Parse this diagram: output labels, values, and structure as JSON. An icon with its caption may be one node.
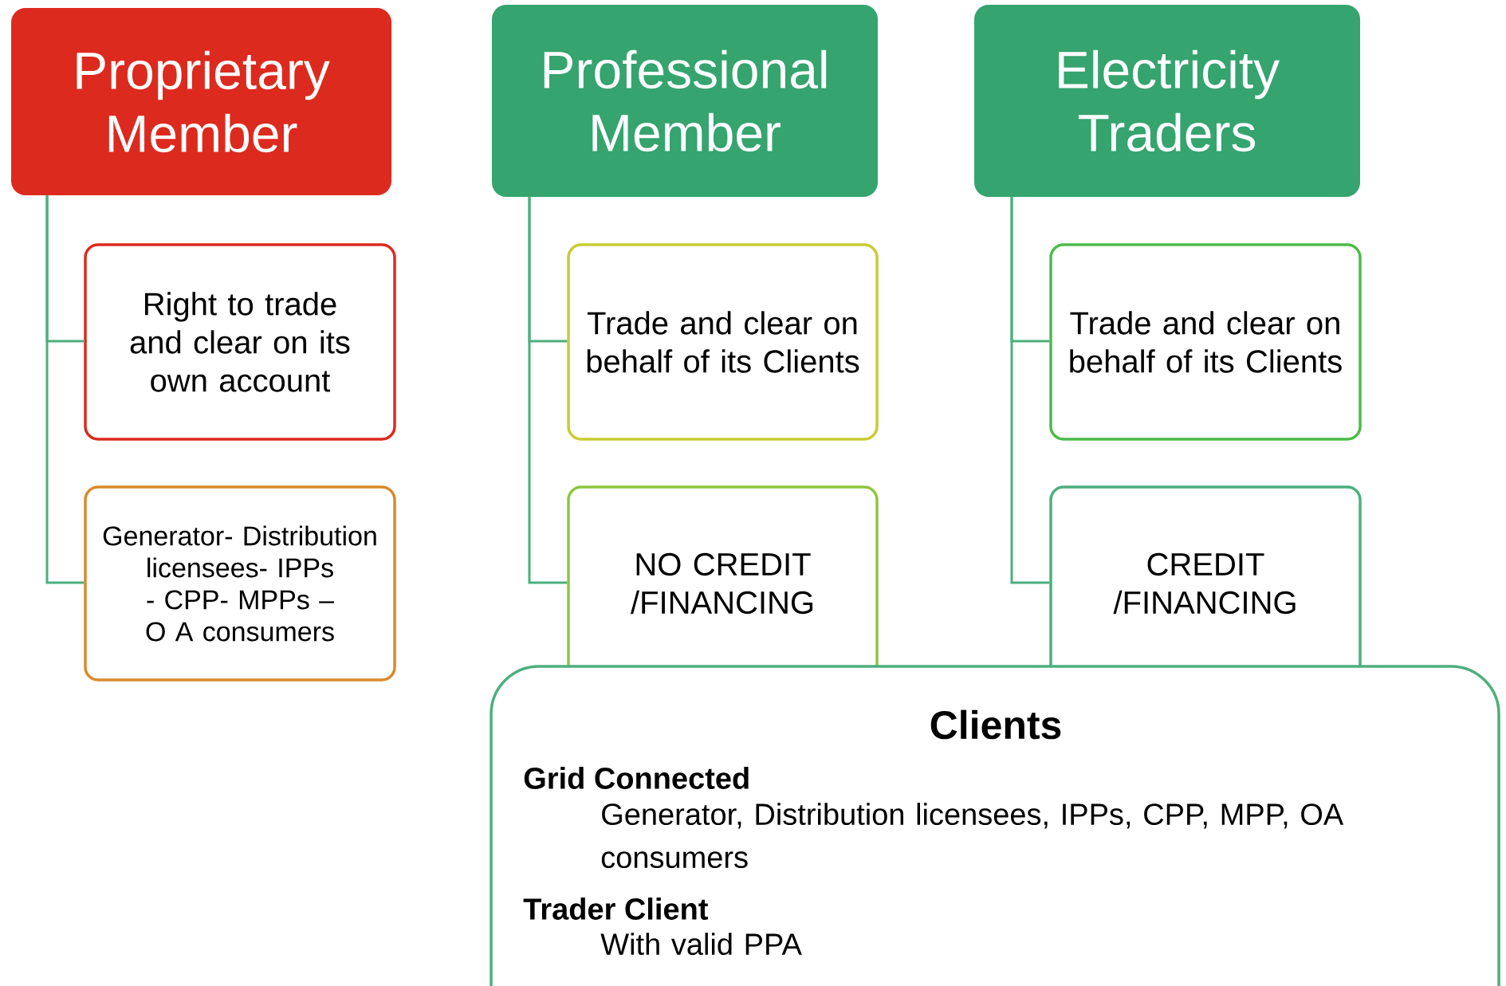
{
  "diagram": {
    "nodes": [
      {
        "text": [
          "Proprietary Member"
        ]
      },
      {
        "text": [
          "Right to trade and clear on its own account"
        ]
      },
      {
        "text": [
          "Generator- Distribution licensees- IPPs - CPP- MPPs –O A consumers"
        ]
      },
      {
        "text": [
          "Professional Member"
        ]
      },
      {
        "text": [
          "Trade and clear on behalf of its Clients"
        ]
      },
      {
        "text": [
          "NO CREDIT /FINANCING"
        ]
      },
      {
        "text": [
          "Electricity Traders"
        ]
      },
      {
        "text": [
          "Trade and clear on behalf of its Clients"
        ]
      },
      {
        "text": [
          "CREDIT /FINANCING"
        ]
      },
      {
        "text": [
          "Clients",
          "Grid Connected",
          "Generator, Distribution licensees, IPPs, CPP, MPP, OA consumers",
          "Trader Client",
          "With valid PPA"
        ]
      }
    ],
    "edges": [
      {
        "from": 0,
        "to": 1,
        "arrow": "none"
      },
      {
        "from": 0,
        "to": 2,
        "arrow": "none"
      },
      {
        "from": 3,
        "to": 4,
        "arrow": "none"
      },
      {
        "from": 3,
        "to": 5,
        "arrow": "none"
      },
      {
        "from": 6,
        "to": 7,
        "arrow": "none"
      },
      {
        "from": 6,
        "to": 8,
        "arrow": "none"
      }
    ]
  }
}
